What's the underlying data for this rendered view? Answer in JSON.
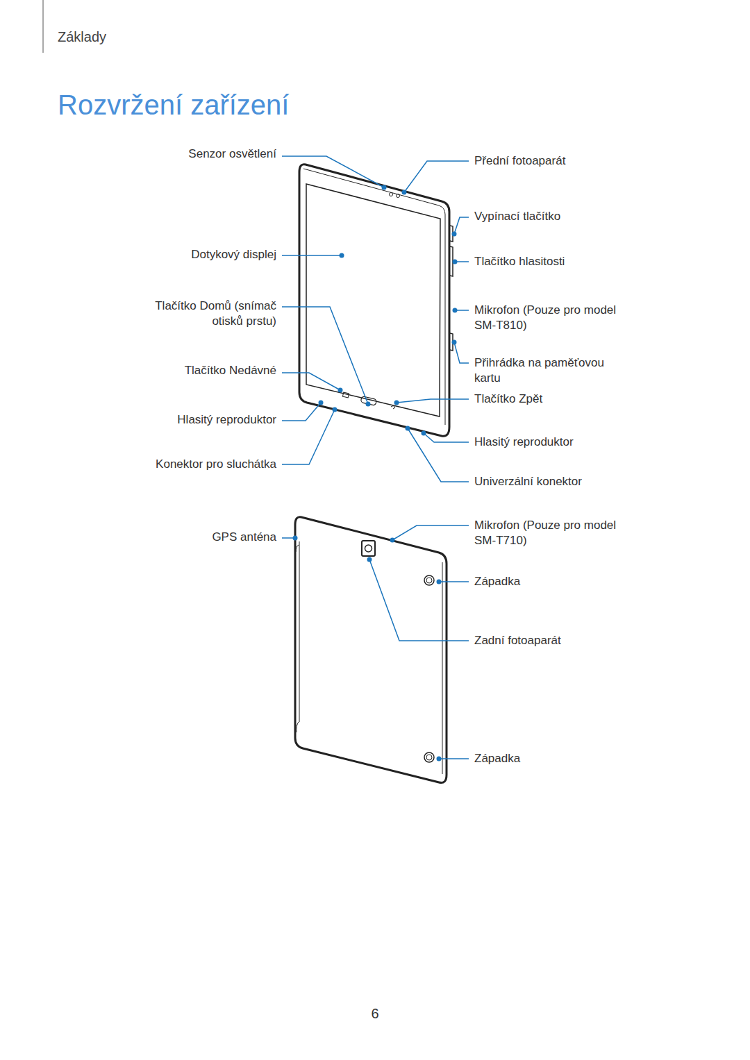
{
  "diagram": {
    "title": "Rozvržení zařízení",
    "labels": [
      "Základy",
      "Senzor osvětlení",
      "Přední fotoaparát",
      "Vypínací tlačítko",
      "Dotykový displej",
      "Tlačítko hlasitosti",
      "Tlačítko Domů (snímač otisků prstu)",
      "Mikrofon (Pouze pro model SM-T810)",
      "Přihrádka na paměťovou kartu",
      "Tlačítko Nedávné",
      "Tlačítko Zpět",
      "Hlasitý reproduktor",
      "Hlasitý reproduktor",
      "Konektor pro sluchátka",
      "Univerzální konektor",
      "GPS anténa",
      "Mikrofon (Pouze pro model SM-T710)",
      "Západka",
      "Zadní fotoaparát",
      "Západka",
      "6"
    ]
  }
}
